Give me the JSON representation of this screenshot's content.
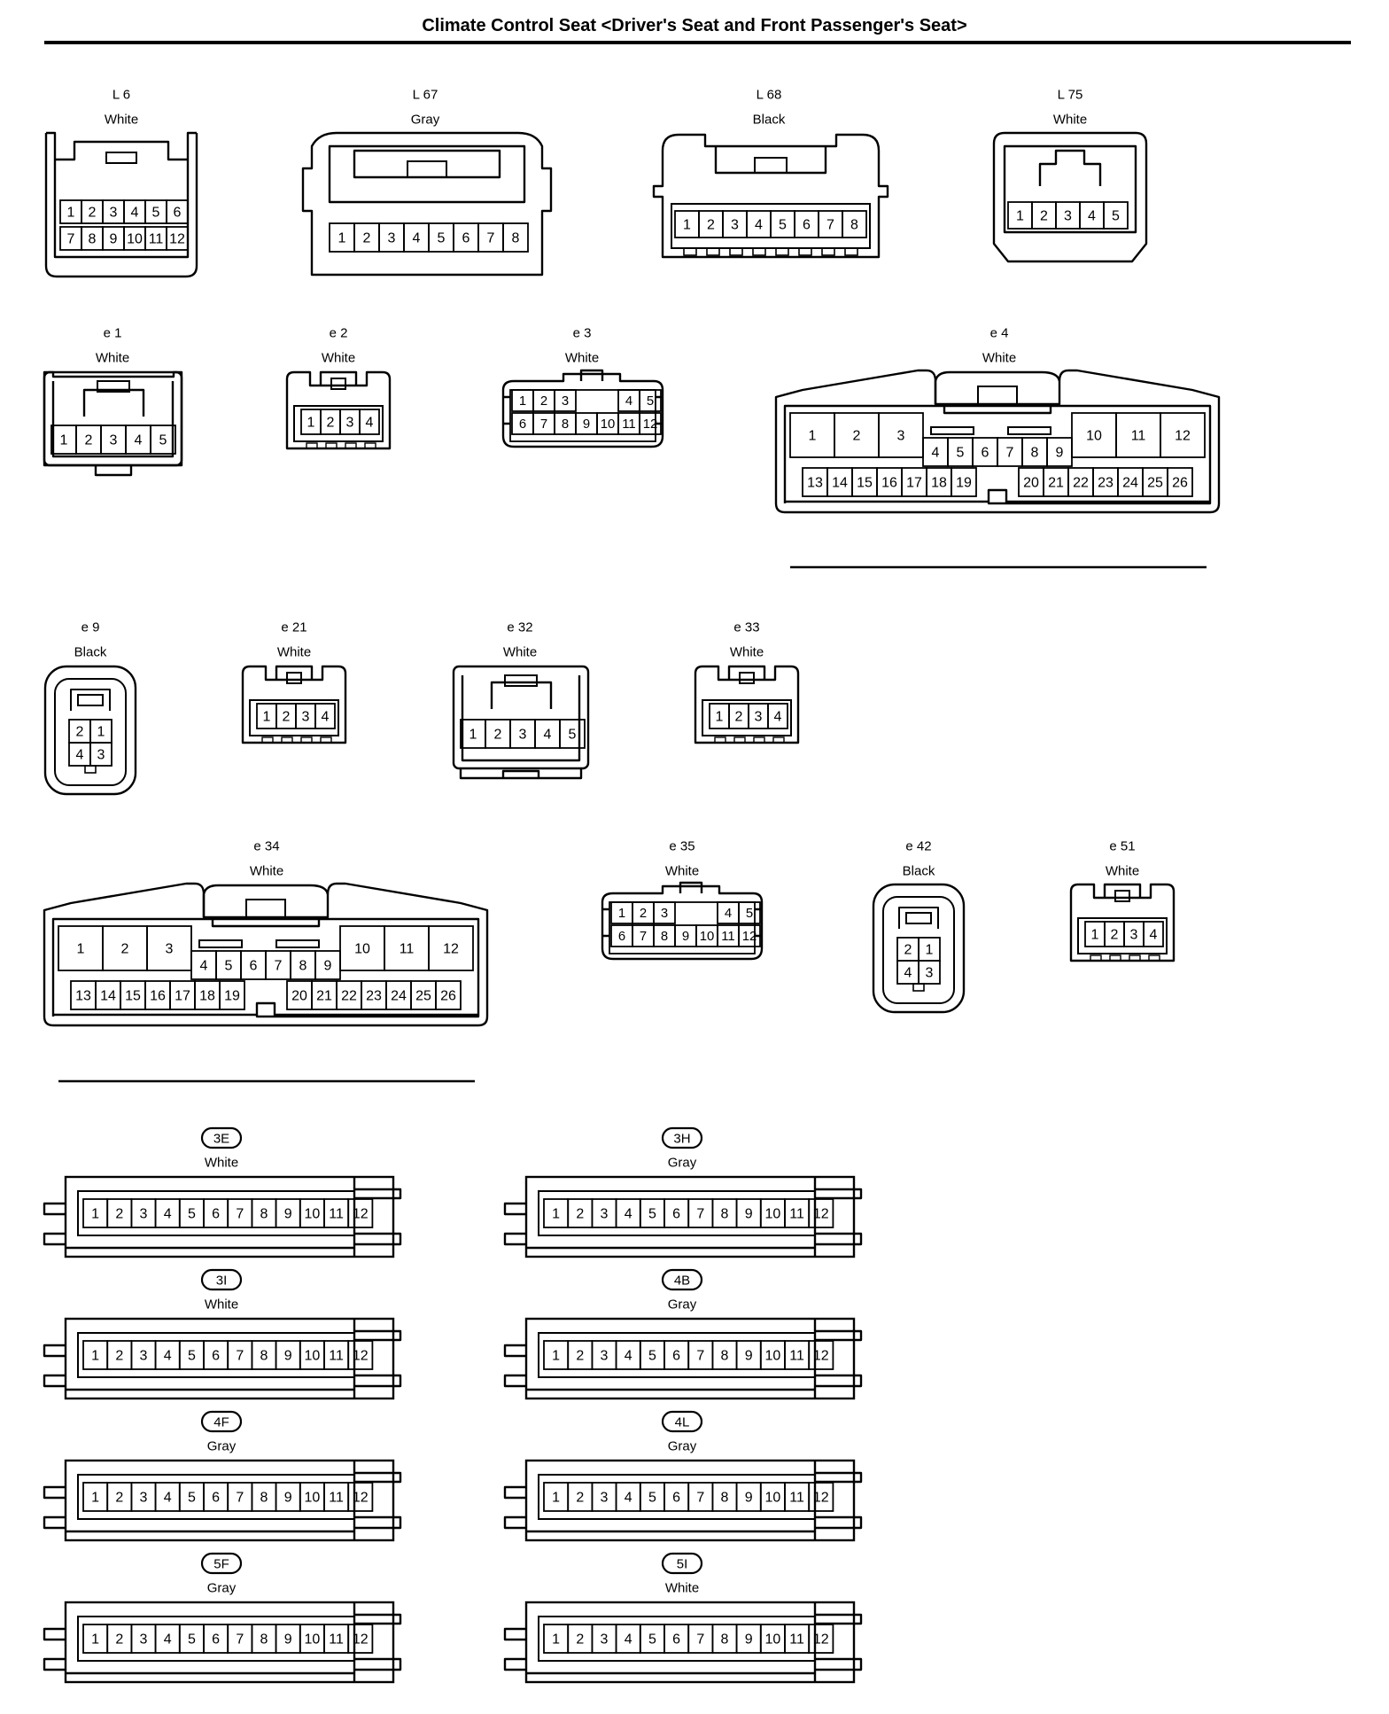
{
  "title": "Climate Control Seat <Driver's Seat and Front Passenger's Seat>",
  "connectors": [
    {
      "id": "L 6",
      "color": "White",
      "pins_rows": [
        [
          "1",
          "2",
          "3",
          "4",
          "5",
          "6"
        ],
        [
          "7",
          "8",
          "9",
          "10",
          "11",
          "12"
        ]
      ]
    },
    {
      "id": "L 67",
      "color": "Gray",
      "pins_rows": [
        [
          "1",
          "2",
          "3",
          "4",
          "5",
          "6",
          "7",
          "8"
        ]
      ]
    },
    {
      "id": "L 68",
      "color": "Black",
      "pins_rows": [
        [
          "1",
          "2",
          "3",
          "4",
          "5",
          "6",
          "7",
          "8"
        ]
      ]
    },
    {
      "id": "L 75",
      "color": "White",
      "pins_rows": [
        [
          "1",
          "2",
          "3",
          "4",
          "5"
        ]
      ]
    },
    {
      "id": "e 1",
      "color": "White",
      "pins_rows": [
        [
          "1",
          "2",
          "3",
          "4",
          "5"
        ]
      ]
    },
    {
      "id": "e 2",
      "color": "White",
      "pins_rows": [
        [
          "1",
          "2",
          "3",
          "4"
        ]
      ]
    },
    {
      "id": "e 3",
      "color": "White",
      "pins_rows": [
        [
          "1",
          "2",
          "3",
          "",
          "",
          "4",
          "5"
        ],
        [
          "6",
          "7",
          "8",
          "9",
          "10",
          "11",
          "12"
        ]
      ]
    },
    {
      "id": "e 4",
      "color": "White",
      "pins_rows": [
        [
          "1",
          "2",
          "3",
          "10",
          "11",
          "12"
        ],
        [
          "4",
          "5",
          "6",
          "7",
          "8",
          "9"
        ],
        [
          "13",
          "14",
          "15",
          "16",
          "17",
          "18",
          "19",
          "20",
          "21",
          "22",
          "23",
          "24",
          "25",
          "26"
        ]
      ]
    },
    {
      "id": "e 9",
      "color": "Black",
      "pins_rows": [
        [
          "2",
          "1"
        ],
        [
          "4",
          "3"
        ]
      ]
    },
    {
      "id": "e 21",
      "color": "White",
      "pins_rows": [
        [
          "1",
          "2",
          "3",
          "4"
        ]
      ]
    },
    {
      "id": "e 32",
      "color": "White",
      "pins_rows": [
        [
          "1",
          "2",
          "3",
          "4",
          "5"
        ]
      ]
    },
    {
      "id": "e 33",
      "color": "White",
      "pins_rows": [
        [
          "1",
          "2",
          "3",
          "4"
        ]
      ]
    },
    {
      "id": "e 34",
      "color": "White",
      "pins_rows": [
        [
          "1",
          "2",
          "3",
          "10",
          "11",
          "12"
        ],
        [
          "4",
          "5",
          "6",
          "7",
          "8",
          "9"
        ],
        [
          "13",
          "14",
          "15",
          "16",
          "17",
          "18",
          "19",
          "20",
          "21",
          "22",
          "23",
          "24",
          "25",
          "26"
        ]
      ]
    },
    {
      "id": "e 35",
      "color": "White",
      "pins_rows": [
        [
          "1",
          "2",
          "3",
          "",
          "",
          "4",
          "5"
        ],
        [
          "6",
          "7",
          "8",
          "9",
          "10",
          "11",
          "12"
        ]
      ]
    },
    {
      "id": "e 42",
      "color": "Black",
      "pins_rows": [
        [
          "2",
          "1"
        ],
        [
          "4",
          "3"
        ]
      ]
    },
    {
      "id": "e 51",
      "color": "White",
      "pins_rows": [
        [
          "1",
          "2",
          "3",
          "4"
        ]
      ]
    },
    {
      "id": "3E",
      "color": "White",
      "pins_rows": [
        [
          "1",
          "2",
          "3",
          "4",
          "5",
          "6",
          "7",
          "8",
          "9",
          "10",
          "11",
          "12"
        ]
      ]
    },
    {
      "id": "3H",
      "color": "Gray",
      "pins_rows": [
        [
          "1",
          "2",
          "3",
          "4",
          "5",
          "6",
          "7",
          "8",
          "9",
          "10",
          "11",
          "12"
        ]
      ]
    },
    {
      "id": "3I",
      "color": "White",
      "pins_rows": [
        [
          "1",
          "2",
          "3",
          "4",
          "5",
          "6",
          "7",
          "8",
          "9",
          "10",
          "11",
          "12"
        ]
      ]
    },
    {
      "id": "4B",
      "color": "Gray",
      "pins_rows": [
        [
          "1",
          "2",
          "3",
          "4",
          "5",
          "6",
          "7",
          "8",
          "9",
          "10",
          "11",
          "12"
        ]
      ]
    },
    {
      "id": "4F",
      "color": "Gray",
      "pins_rows": [
        [
          "1",
          "2",
          "3",
          "4",
          "5",
          "6",
          "7",
          "8",
          "9",
          "10",
          "11",
          "12"
        ]
      ]
    },
    {
      "id": "4L",
      "color": "Gray",
      "pins_rows": [
        [
          "1",
          "2",
          "3",
          "4",
          "5",
          "6",
          "7",
          "8",
          "9",
          "10",
          "11",
          "12"
        ]
      ]
    },
    {
      "id": "5F",
      "color": "Gray",
      "pins_rows": [
        [
          "1",
          "2",
          "3",
          "4",
          "5",
          "6",
          "7",
          "8",
          "9",
          "10",
          "11",
          "12"
        ]
      ]
    },
    {
      "id": "5I",
      "color": "White",
      "pins_rows": [
        [
          "1",
          "2",
          "3",
          "4",
          "5",
          "6",
          "7",
          "8",
          "9",
          "10",
          "11",
          "12"
        ]
      ]
    }
  ]
}
